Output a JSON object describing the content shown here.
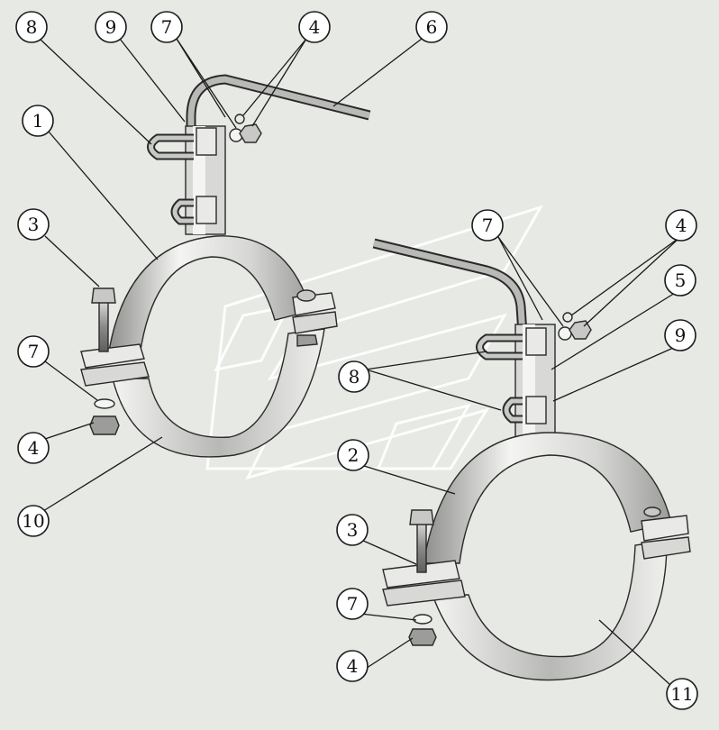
{
  "colors": {
    "background": "#e6e9e4",
    "metal_light": "#f4f4f2",
    "metal_mid": "#c8c9c6",
    "metal_dark": "#8e8f8c",
    "outline": "#2a2a2a"
  },
  "callouts": {
    "c8a": "8",
    "c9a": "9",
    "c7a": "7",
    "c4a": "4",
    "c6": "6",
    "c1": "1",
    "c3a": "3",
    "c7b": "7",
    "c4b": "4",
    "c10": "10",
    "c7c": "7",
    "c4c": "4",
    "c5": "5",
    "c9b": "9",
    "c8b": "8",
    "c2": "2",
    "c3b": "3",
    "c7d": "7",
    "c4d": "4",
    "c11": "11"
  }
}
